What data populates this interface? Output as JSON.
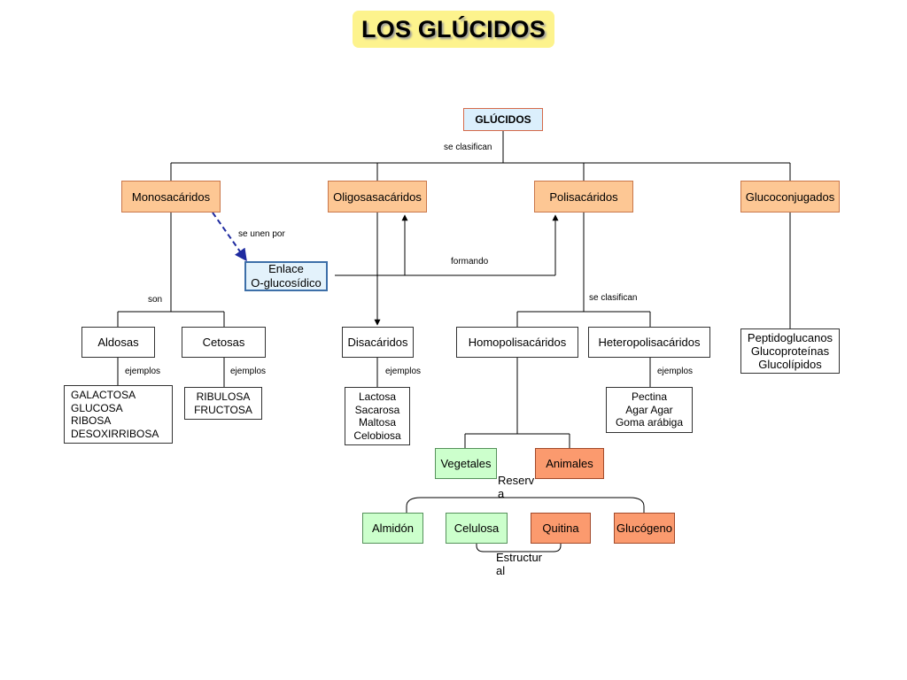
{
  "title": "LOS GLÚCIDOS",
  "nodes": {
    "glucidos": "GLÚCIDOS",
    "monosacaridos": "Monosacáridos",
    "oligosacaridos": "Oligosasacáridos",
    "polisacaridos": "Polisacáridos",
    "glucoconjugados": "Glucoconjugados",
    "enlace": "Enlace\nO-glucosídico",
    "aldosas": "Aldosas",
    "cetosas": "Cetosas",
    "disacaridos": "Disacáridos",
    "homopolisacaridos": "Homopolisacáridos",
    "heteropolisacaridos": "Heteropolisacáridos",
    "glucoconjugados_ej": "Peptidoglucanos\nGlucoproteínas\nGlucolípidos",
    "aldosas_ej": "GALACTOSA\nGLUCOSA\nRIBOSA\nDESOXIRRIBOSA",
    "cetosas_ej": "RIBULOSA\nFRUCTOSA",
    "disacaridos_ej": "Lactosa\nSacarosa\nMaltosa\nCelobiosa",
    "heteropolisacaridos_ej": "Pectina\nAgar Agar\nGoma arábiga",
    "vegetales": "Vegetales",
    "animales": "Animales",
    "almidon": "Almidón",
    "celulosa": "Celulosa",
    "quitina": "Quitina",
    "glucogeno": "Glucógeno"
  },
  "labels": {
    "se_clasifican_top": "se clasifican",
    "se_unen_por": "se unen por",
    "formando": "formando",
    "son": "son",
    "se_clasifican_poli": "se  clasifican",
    "ejemplos_aldosas": "ejemplos",
    "ejemplos_cetosas": "ejemplos",
    "ejemplos_disacaridos": "ejemplos",
    "ejemplos_hetero": "ejemplos",
    "reserva": "Reserv\na",
    "estructural": "Estructur\nal"
  },
  "colors": {
    "title_bg": "#fdf38d",
    "root_bg": "#dbeffc",
    "category_bg": "#fdc794",
    "animal_bg": "#fb9a6e",
    "vegetal_bg": "#ccffcc",
    "link_border": "#3d6fa8",
    "dashed_arrow": "#1f2ba0"
  }
}
